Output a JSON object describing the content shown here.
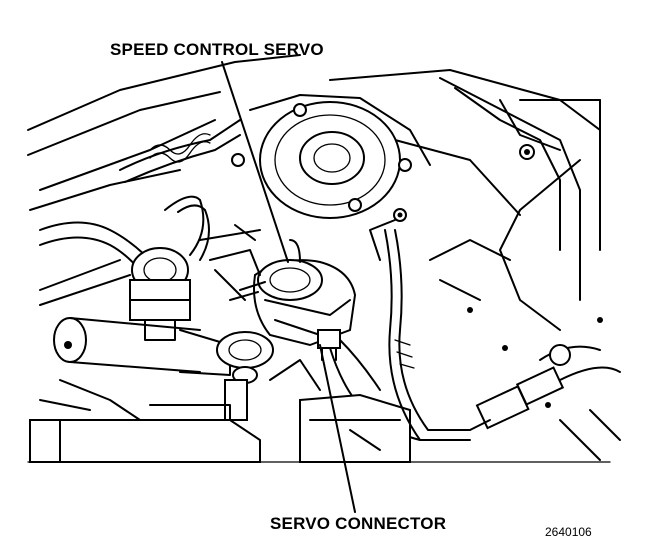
{
  "diagram": {
    "callouts": {
      "speed_control_servo": "SPEED CONTROL SERVO",
      "servo_connector": "SERVO CONNECTOR"
    },
    "figure_number": "2640106"
  }
}
